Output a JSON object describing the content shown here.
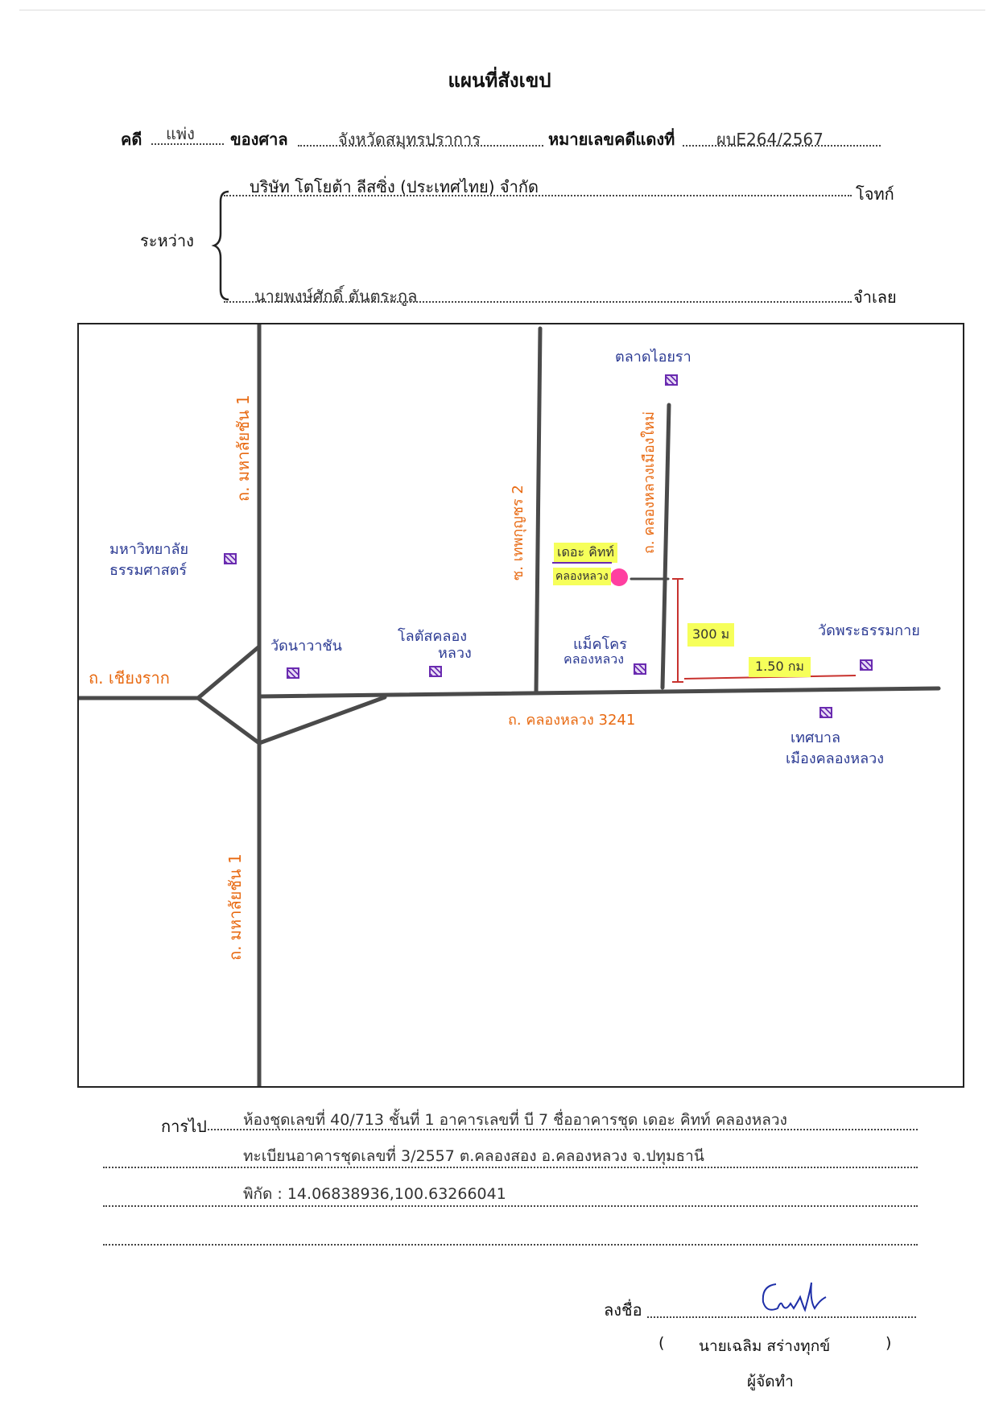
{
  "document": {
    "title": "แผนที่สังเขป",
    "case_label": "คดี",
    "case_type": "แพ่ง",
    "court_label": "ของศาล",
    "court_value": "จังหวัดสมุทรปราการ",
    "red_case_label": "หมายเลขคดีแดงที่",
    "red_case_value": "ผบE264/2567",
    "between_label": "ระหว่าง",
    "plaintiff": "บริษัท โตโยต้า ลีสซิ่ง (ประเทศไทย) จำกัด",
    "plaintiff_label": "โจทก์",
    "defendant": "นายพงษ์ศักดิ์ ตันตระกูล",
    "defendant_label": "จำเลย"
  },
  "map": {
    "roads": {
      "mahalai_top": "ถ. มหาลัยชัน 1",
      "mahalai_bottom": "ถ. มหาลัยชัน 1",
      "chiangrak": "ถ. เชียงราก",
      "khlongluang": "ถ. คลองหลวง 3241",
      "thepkunchorn": "ซ. เทพกุญชร 2",
      "khlongluang_new": "ถ. คลองหลวงเมืองใหม่"
    },
    "landmarks": {
      "university": "มหาวิทยาลัยธรรมศาสตร์",
      "university_l1": "มหาวิทยาลัย",
      "university_l2": "ธรรมศาสตร์",
      "wat_nawa": "วัดนาวาชัน",
      "lotus_l1": "โลตัสคลอง",
      "lotus_l2": "หลวง",
      "makro_l1": "แม็คโคร",
      "makro_l2": "คลองหลวง",
      "talad": "ตลาดไอยรา",
      "wat_thammakai": "วัดพระธรรมกาย",
      "municipal_l1": "เทศบาล",
      "municipal_l2": "เมืองคลองหลวง",
      "target_l1": "เดอะ คิทท์",
      "target_l2": "คลองหลวง"
    },
    "distances": {
      "vertical": "300 ม",
      "horizontal": "1.50 กม"
    },
    "colors": {
      "road": "#4a4a4a",
      "road_label": "#e86a12",
      "landmark": "#2b3a93",
      "target": "#ff3fa0",
      "highlight": "#f6ff5a",
      "distance_line": "#c8322e"
    }
  },
  "directions": {
    "label": "การไป",
    "line1": "ห้องชุดเลขที่ 40/713  ชั้นที่ 1 อาคารเลขที่ บี 7 ชื่ออาคารชุด เดอะ คิทท์ คลองหลวง",
    "line2": "ทะเบียนอาคารชุดเลขที่  3/2557  ต.คลองสอง อ.คลองหลวง จ.ปทุมธานี",
    "line3": "พิกัด  :   14.06838936,100.63266041"
  },
  "signature": {
    "label": "ลงชื่อ",
    "name_open": "(",
    "name": "นายเฉลิม  สร่างทุกข์",
    "name_close": ")",
    "role": "ผู้จัดทำ"
  }
}
